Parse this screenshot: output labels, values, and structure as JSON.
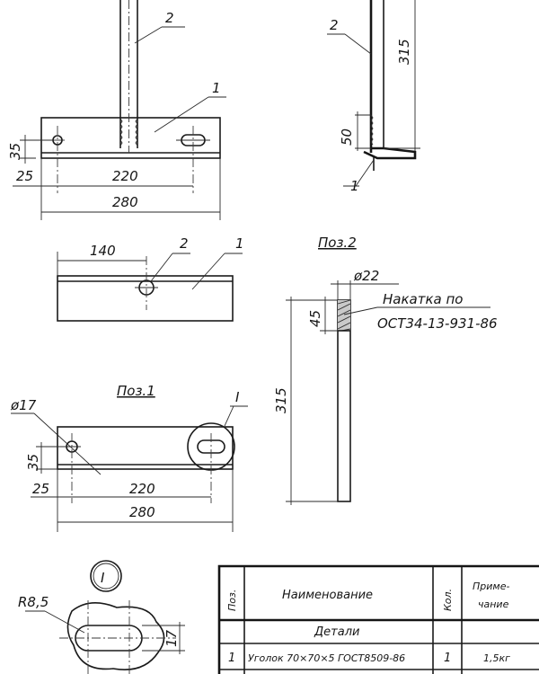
{
  "views": {
    "assembly_front": {
      "pos_rod": "2",
      "pos_angle": "1",
      "dim_hole_offset": "35",
      "dim_edge_offset": "25",
      "dim_hole_spacing": "220",
      "dim_overall_length": "280"
    },
    "assembly_side": {
      "pos_rod": "2",
      "pos_angle": "1",
      "dim_rod_length": "315",
      "dim_knurl_length": "50"
    },
    "assembly_top": {
      "pos_rod": "2",
      "pos_angle": "1",
      "dim_rod_position": "140"
    },
    "part_1": {
      "title": "Поз.1",
      "detail_callout": "I",
      "hole_diameter": "ø17",
      "dim_hole_offset": "35",
      "dim_edge_offset": "25",
      "dim_hole_spacing": "220",
      "dim_overall_length": "280"
    },
    "part_2": {
      "title": "Поз.2",
      "diameter": "ø22",
      "dim_knurl_length": "45",
      "dim_length": "315",
      "note_line1": "Накатка по",
      "note_line2": "ОСТ34-13-931-86"
    },
    "detail_I": {
      "label": "I",
      "radius": "R8,5",
      "slot_width": "17"
    }
  },
  "parts_table": {
    "headers": {
      "pos": "Поз.",
      "name": "Наименование",
      "qty": "Кол.",
      "note_line1": "Приме-",
      "note_line2": "чание"
    },
    "section": "Детали",
    "rows": [
      {
        "pos": "1",
        "name": "Уголок 70×70×5 ГОСТ8509-86",
        "qty": "1",
        "note": "1,5кг"
      }
    ]
  }
}
